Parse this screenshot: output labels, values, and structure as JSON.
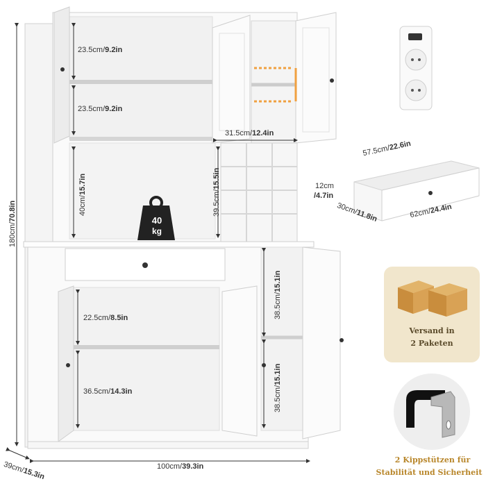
{
  "cabinet": {
    "shelf_upper_1": {
      "cm": "23.5cm/",
      "in": "9.2in"
    },
    "shelf_upper_2": {
      "cm": "23.5cm/",
      "in": "9.2in"
    },
    "mid_width": {
      "cm": "31.5cm/",
      "in": "12.4in"
    },
    "open_height": {
      "cm": "40cm/",
      "in": "15.7in"
    },
    "cubby_height": {
      "cm": "39.5cm/",
      "in": "15.5in"
    },
    "weight_value": "40",
    "weight_unit": "kg",
    "lower_right_1": {
      "cm": "38.5cm/",
      "in": "15.1in"
    },
    "lower_right_2": {
      "cm": "38.5cm/",
      "in": "15.1in"
    },
    "lower_left_1": {
      "cm": "22.5cm/",
      "in": "8.5in"
    },
    "lower_left_2": {
      "cm": "36.5cm/",
      "in": "14.3in"
    },
    "total_height": {
      "cm": "180cm/",
      "in": "70.8in"
    },
    "depth": {
      "cm": "39cm/",
      "in": "15.3in"
    },
    "width": {
      "cm": "100cm/",
      "in": "39.3in"
    }
  },
  "drawer": {
    "inner_width": {
      "cm": "57.5cm/",
      "in": "22.6in"
    },
    "height": {
      "cm": "12cm",
      "in": "/4.7in"
    },
    "depth": {
      "cm": "30cm/",
      "in": "11.8in"
    },
    "outer_width": {
      "cm": "62cm/",
      "in": "24.4in"
    }
  },
  "shipping": {
    "line1": "Versand in",
    "line2": "2 Paketen"
  },
  "bracket_caption": {
    "line1": "2 Kippstützen für",
    "line2": "Stabilität und Sicherheit"
  },
  "colors": {
    "accent": "#b8862a",
    "arrow": "#f0a040",
    "cabinet": "#ffffff",
    "outline": "#c9c9c9",
    "dim_line": "#333333"
  }
}
